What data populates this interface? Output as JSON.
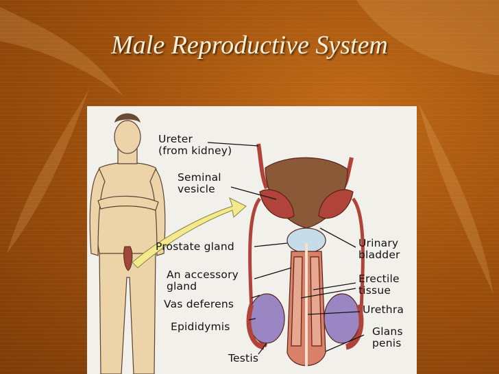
{
  "slide": {
    "title": "Male Reproductive System",
    "background_color": "#a8560e",
    "title_color": "#f7efd8"
  },
  "diagram": {
    "labels": {
      "ureter": [
        "Ureter",
        "(from kidney)"
      ],
      "seminal_vesicle": [
        "Seminal",
        "vesicle"
      ],
      "prostate_gland": "Prostate gland",
      "accessory_gland": [
        "An accessory",
        "gland"
      ],
      "vas_deferens": "Vas deferens",
      "epididymis": "Epididymis",
      "testis": "Testis",
      "urinary_bladder": [
        "Urinary",
        "bladder"
      ],
      "erectile_tissue": [
        "Erectile",
        "tissue"
      ],
      "urethra": "Urethra",
      "glans_penis": [
        "Glans",
        "penis"
      ]
    },
    "colors": {
      "skin": "#ecd3a8",
      "organ": "#b1443a",
      "bladder": "#8a5a38",
      "testis": "#9a86c2",
      "prostate": "#c4dde8",
      "arrow": "#f2ea8c"
    }
  }
}
